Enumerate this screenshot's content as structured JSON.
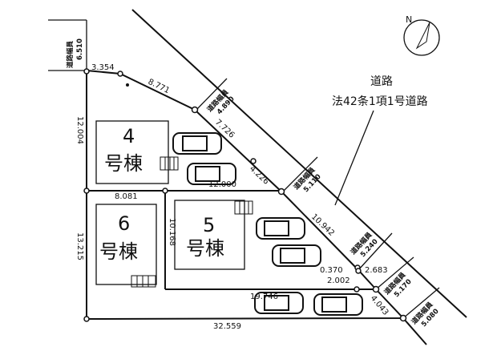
{
  "road": {
    "title": "道路",
    "subtitle": "法42条1項1号道路"
  },
  "compass": {
    "label": "N"
  },
  "road_width_label": "道路幅員",
  "road_widths": [
    "6.510",
    "4.890",
    "5.110",
    "5.240",
    "5.170",
    "5.080"
  ],
  "buildings": [
    {
      "number": "4",
      "suffix": "号棟"
    },
    {
      "number": "6",
      "suffix": "号棟"
    },
    {
      "number": "5",
      "suffix": "号棟"
    }
  ],
  "dimensions": {
    "top_left": "3.354",
    "top_diag": "8.771",
    "left_upper": "12.004",
    "left_lower": "13.215",
    "mid_horizontal": "8.081",
    "driveway": "12.000",
    "diag_1": "7.726",
    "diag_2": "4.226",
    "diag_3": "10.942",
    "lot5_height": "10.168",
    "small_1": "0.370",
    "small_2": "2.683",
    "small_3": "2.002",
    "diag_4": "4.043",
    "bottom_inner": "19.746",
    "bottom": "32.559"
  }
}
